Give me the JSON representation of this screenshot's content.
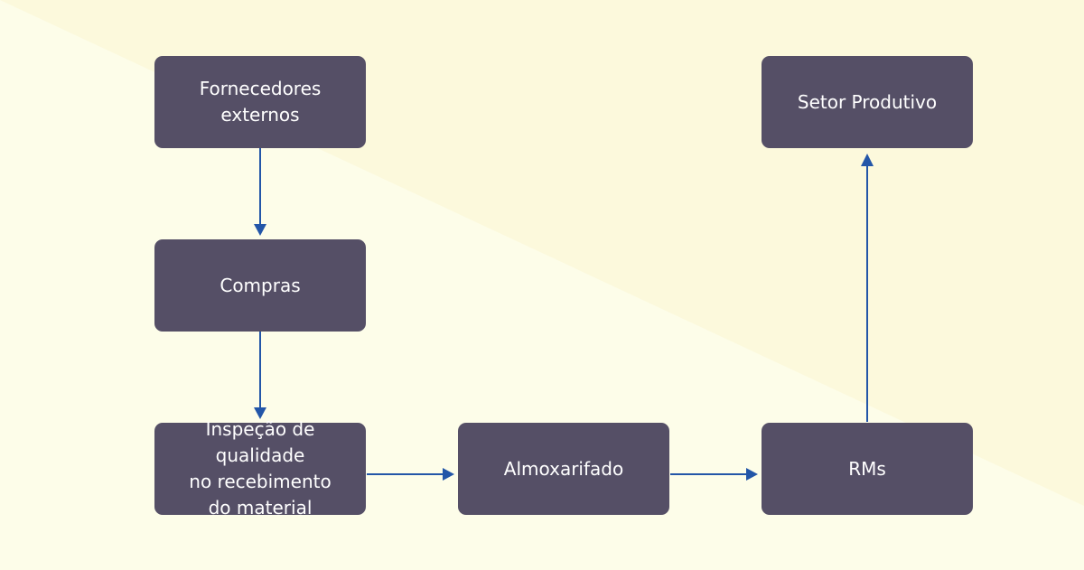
{
  "diagram": {
    "colors": {
      "background": "#fdfde9",
      "background_band": "#fcf9dc",
      "node_fill": "#554f66",
      "node_text": "#ffffff",
      "arrow": "#2356a8"
    },
    "nodes": {
      "fornecedores": {
        "label": "Fornecedores\nexternos"
      },
      "compras": {
        "label": "Compras"
      },
      "inspecao": {
        "label": "Inspeção de qualidade\nno recebimento\ndo material"
      },
      "almoxarifado": {
        "label": "Almoxarifado"
      },
      "rms": {
        "label": "RMs"
      },
      "setor_produtivo": {
        "label": "Setor Produtivo"
      }
    },
    "edges": [
      {
        "from": "fornecedores",
        "to": "compras"
      },
      {
        "from": "compras",
        "to": "inspecao"
      },
      {
        "from": "inspecao",
        "to": "almoxarifado"
      },
      {
        "from": "almoxarifado",
        "to": "rms"
      },
      {
        "from": "rms",
        "to": "setor_produtivo"
      }
    ]
  }
}
